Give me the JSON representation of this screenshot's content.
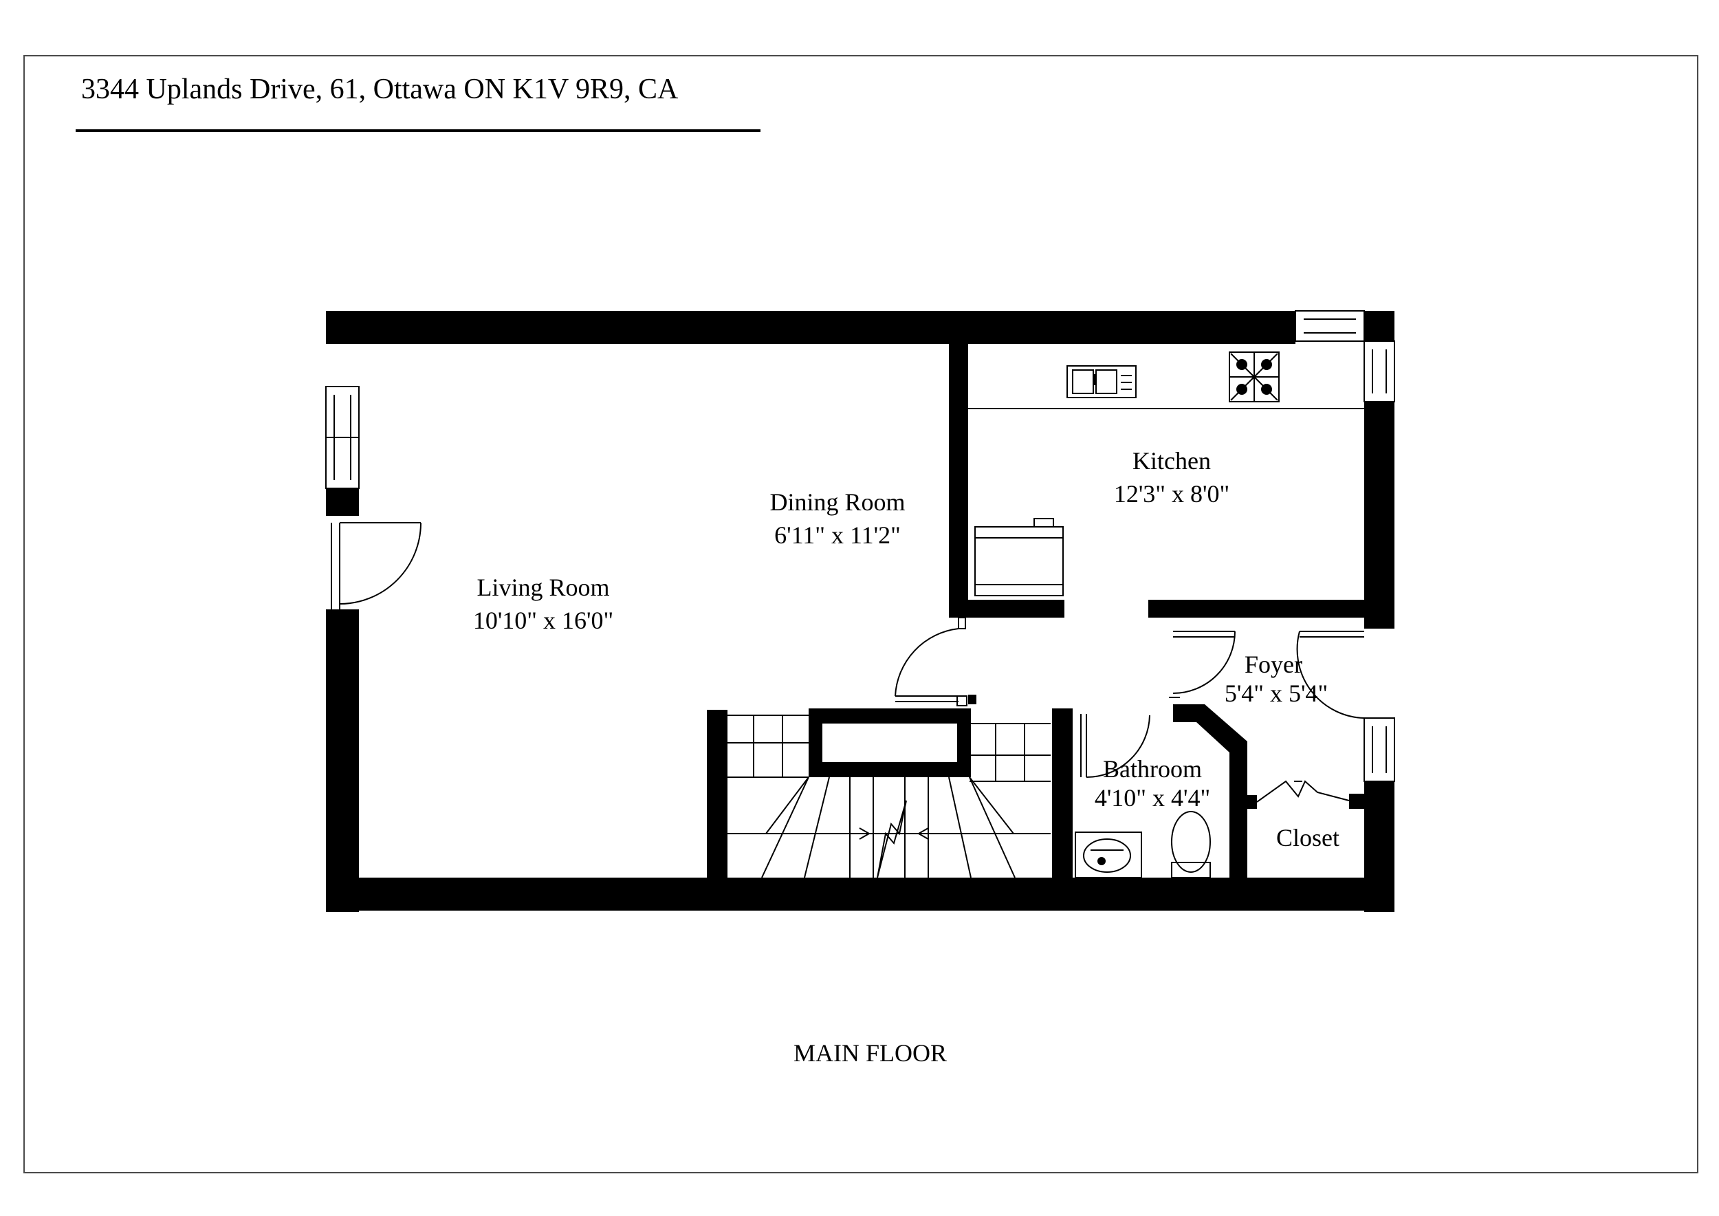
{
  "header": {
    "address": "3344 Uplands Drive, 61, Ottawa ON K1V 9R9, CA"
  },
  "rooms": {
    "kitchen": {
      "name": "Kitchen",
      "size": "12'3\" x 8'0\""
    },
    "dining_room": {
      "name": "Dining Room",
      "size": "6'11\" x 11'2\""
    },
    "living_room": {
      "name": "Living Room",
      "size": "10'10\" x 16'0\""
    },
    "foyer": {
      "name": "Foyer",
      "size": "5'4\" x 5'4\""
    },
    "bathroom": {
      "name": "Bathroom",
      "size": "4'10\" x 4'4\""
    },
    "closet": {
      "name": "Closet"
    }
  },
  "footer": {
    "floor_name": "MAIN FLOOR"
  },
  "colors": {
    "wall": "#000000",
    "background": "#ffffff",
    "frame": "#4a4a4a"
  }
}
